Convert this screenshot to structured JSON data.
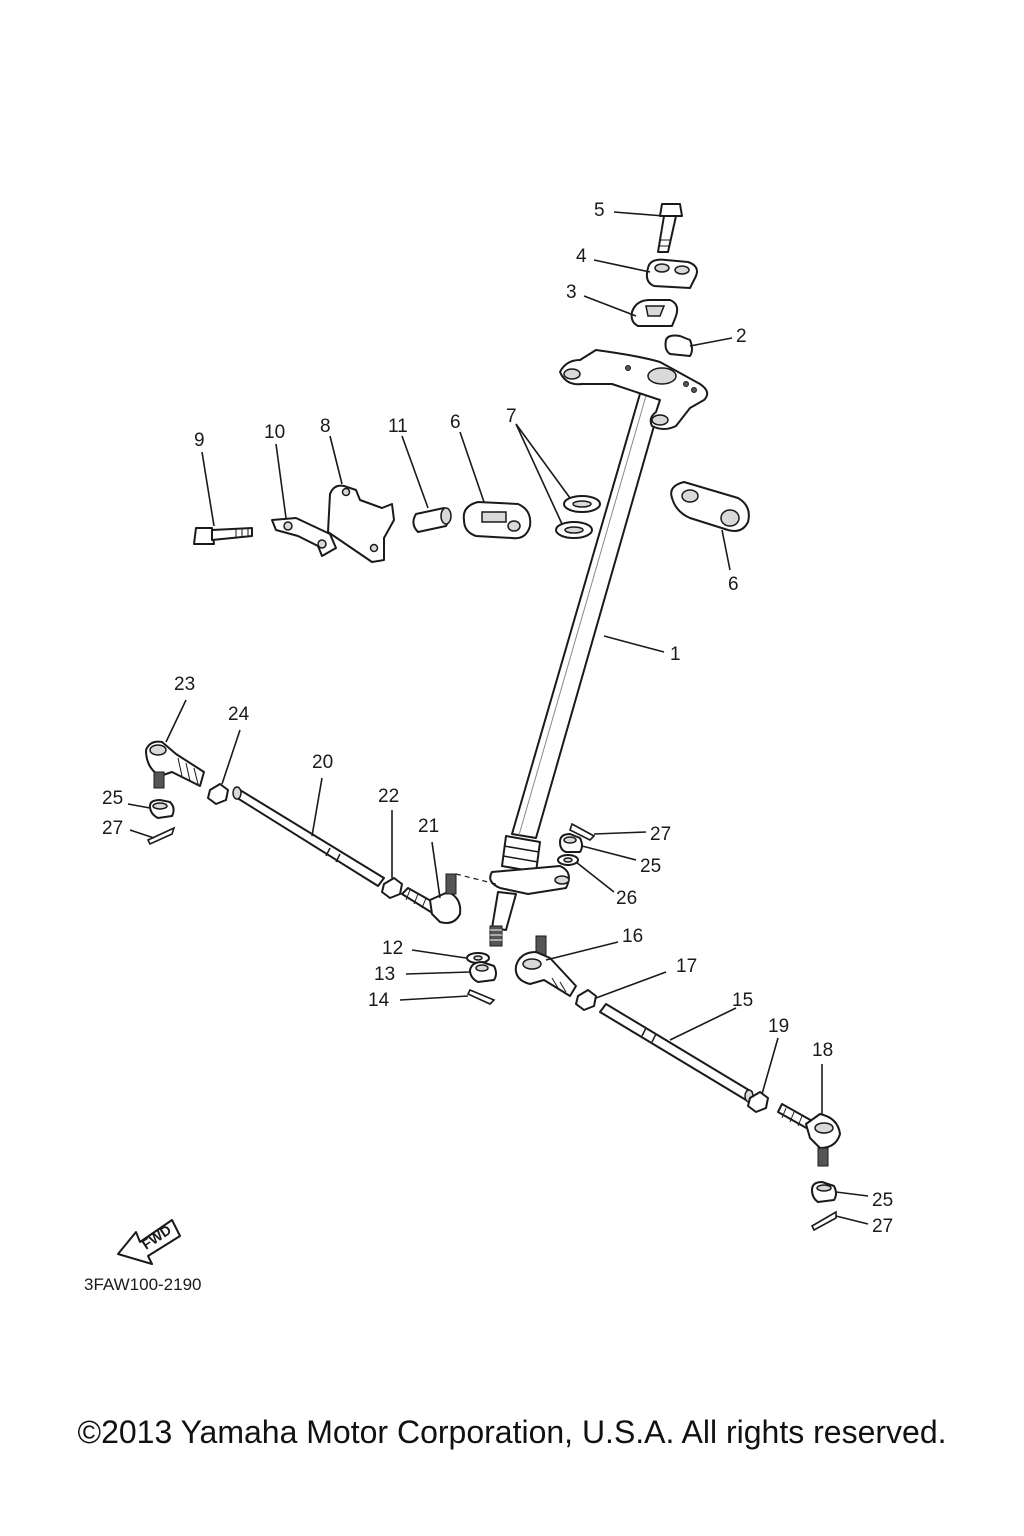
{
  "diagram": {
    "part_code": "3FAW100-2190",
    "fwd_label": "FWD",
    "callouts": {
      "c1": "1",
      "c2": "2",
      "c3": "3",
      "c4": "4",
      "c5": "5",
      "c6a": "6",
      "c6b": "6",
      "c7": "7",
      "c8": "8",
      "c9": "9",
      "c10": "10",
      "c11": "11",
      "c12": "12",
      "c13": "13",
      "c14": "14",
      "c15": "15",
      "c16": "16",
      "c17": "17",
      "c18": "18",
      "c19": "19",
      "c20": "20",
      "c21": "21",
      "c22": "22",
      "c23": "23",
      "c24": "24",
      "c25a": "25",
      "c25b": "25",
      "c25c": "25",
      "c26": "26",
      "c27a": "27",
      "c27b": "27",
      "c27c": "27"
    }
  },
  "footer": {
    "copyright": "©2013 Yamaha Motor Corporation, U.S.A. All rights reserved."
  }
}
